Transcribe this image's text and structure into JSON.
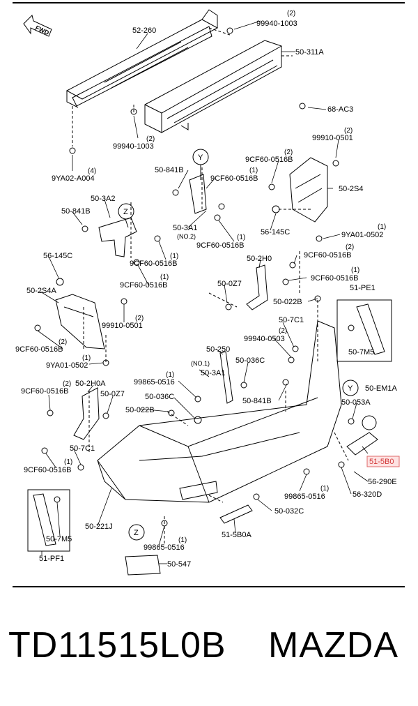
{
  "fwd_label": "FWD",
  "view_markers": {
    "y": "Y",
    "z": "Z"
  },
  "callouts": [
    {
      "id": "c1",
      "code": "52-260",
      "qty": ""
    },
    {
      "id": "c2",
      "code": "99940-1003",
      "qty": "(2)"
    },
    {
      "id": "c3",
      "code": "50-311A",
      "qty": ""
    },
    {
      "id": "c4",
      "code": "68-AC3",
      "qty": ""
    },
    {
      "id": "c5",
      "code": "99940-1003",
      "qty": "(2)"
    },
    {
      "id": "c6",
      "code": "9YA02-A004",
      "qty": "(4)"
    },
    {
      "id": "c7",
      "code": "99910-0501",
      "qty": "(2)"
    },
    {
      "id": "c8",
      "code": "50-841B",
      "qty": ""
    },
    {
      "id": "c9",
      "code": "9CF60-0516B",
      "qty": "(1)"
    },
    {
      "id": "c10",
      "code": "9CF60-0516B",
      "qty": "(2)"
    },
    {
      "id": "c11",
      "code": "50-2S4",
      "qty": ""
    },
    {
      "id": "c12",
      "code": "50-3A2",
      "qty": ""
    },
    {
      "id": "c13",
      "code": "50-841B",
      "qty": ""
    },
    {
      "id": "c14",
      "code": "50-3A1",
      "qty": "(NO.2)"
    },
    {
      "id": "c15",
      "code": "9CF60-0516B",
      "qty": "(1)"
    },
    {
      "id": "c16",
      "code": "56-145C",
      "qty": ""
    },
    {
      "id": "c17",
      "code": "9YA01-0502",
      "qty": "(1)"
    },
    {
      "id": "c18",
      "code": "9CF60-0516B",
      "qty": "(1)"
    },
    {
      "id": "c19",
      "code": "56-145C",
      "qty": ""
    },
    {
      "id": "c20",
      "code": "50-2H0",
      "qty": ""
    },
    {
      "id": "c21",
      "code": "9CF60-0516B",
      "qty": "(2)"
    },
    {
      "id": "c22",
      "code": "9CF60-0516B",
      "qty": "(1)"
    },
    {
      "id": "c23",
      "code": "50-2S4A",
      "qty": ""
    },
    {
      "id": "c24",
      "code": "9CF60-0516B",
      "qty": "(1)"
    },
    {
      "id": "c25",
      "code": "50-0Z7",
      "qty": ""
    },
    {
      "id": "c26",
      "code": "51-PE1",
      "qty": ""
    },
    {
      "id": "c27",
      "code": "50-022B",
      "qty": ""
    },
    {
      "id": "c28",
      "code": "99910-0501",
      "qty": "(2)"
    },
    {
      "id": "c29",
      "code": "50-7C1",
      "qty": ""
    },
    {
      "id": "c30",
      "code": "99940-0503",
      "qty": "(2)"
    },
    {
      "id": "c31",
      "code": "9CF60-0516B",
      "qty": "(2)"
    },
    {
      "id": "c32",
      "code": "50-7M5",
      "qty": ""
    },
    {
      "id": "c33",
      "code": "9YA01-0502",
      "qty": "(1)"
    },
    {
      "id": "c34",
      "code": "50-250",
      "qty": ""
    },
    {
      "id": "c35",
      "code": "50-036C",
      "qty": ""
    },
    {
      "id": "c36",
      "code": "50-3A1",
      "qty": "(NO.1)"
    },
    {
      "id": "c37",
      "code": "99865-0516",
      "qty": "(1)"
    },
    {
      "id": "c38",
      "code": "50-2H0A",
      "qty": ""
    },
    {
      "id": "c39",
      "code": "9CF60-0516B",
      "qty": "(2)"
    },
    {
      "id": "c40",
      "code": "50-EM1A",
      "qty": ""
    },
    {
      "id": "c41",
      "code": "50-0Z7",
      "qty": ""
    },
    {
      "id": "c42",
      "code": "50-036C",
      "qty": ""
    },
    {
      "id": "c43",
      "code": "50-841B",
      "qty": ""
    },
    {
      "id": "c44",
      "code": "50-053A",
      "qty": ""
    },
    {
      "id": "c45",
      "code": "50-022B",
      "qty": ""
    },
    {
      "id": "c46",
      "code": "50-7C1",
      "qty": ""
    },
    {
      "id": "c47",
      "code": "51-5B0",
      "qty": ""
    },
    {
      "id": "c48",
      "code": "9CF60-0516B",
      "qty": "(1)"
    },
    {
      "id": "c49",
      "code": "56-290E",
      "qty": ""
    },
    {
      "id": "c50",
      "code": "99865-0516",
      "qty": "(1)"
    },
    {
      "id": "c51",
      "code": "56-320D",
      "qty": ""
    },
    {
      "id": "c52",
      "code": "50-032C",
      "qty": ""
    },
    {
      "id": "c53",
      "code": "50-221J",
      "qty": ""
    },
    {
      "id": "c54",
      "code": "50-7M5",
      "qty": ""
    },
    {
      "id": "c55",
      "code": "51-5B0A",
      "qty": ""
    },
    {
      "id": "c56",
      "code": "99865-0516",
      "qty": "(1)"
    },
    {
      "id": "c57",
      "code": "51-PF1",
      "qty": ""
    },
    {
      "id": "c58",
      "code": "50-547",
      "qty": ""
    }
  ],
  "highlight_color": "#e06a6a",
  "footer": {
    "part_number": "TD11515L0B",
    "brand": "MAZDA"
  }
}
